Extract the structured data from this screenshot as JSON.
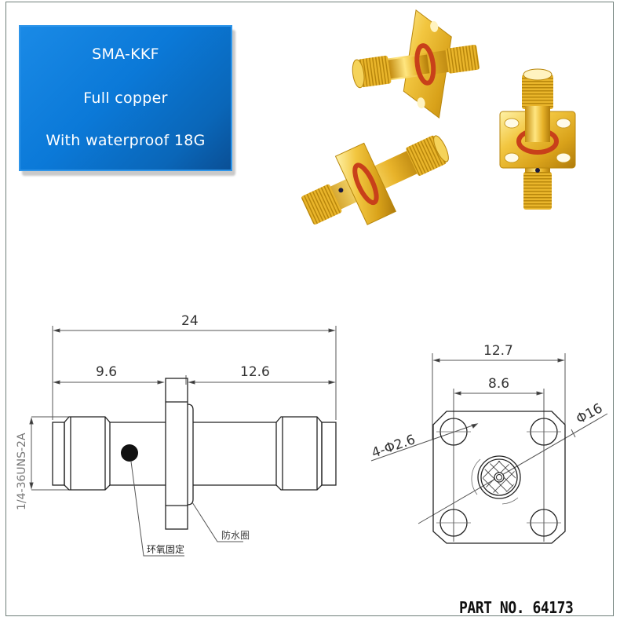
{
  "infobox": {
    "lines": [
      "SMA-KKF",
      "Full copper",
      "With waterproof 18G"
    ],
    "background_color": "#0b79d8"
  },
  "photo": {
    "subject": "three gold-plated SMA-KKF flange-mount connectors with red waterproof O-rings",
    "count": 3
  },
  "side_view": {
    "dim_total": "24",
    "dim_left": "9.6",
    "dim_right": "12.6",
    "thread_label": "1/4-36UNS-2A",
    "callout_epoxy": "环氧固定",
    "callout_oring": "防水圈"
  },
  "front_view": {
    "dim_width": "12.7",
    "dim_hole_spacing": "8.6",
    "dim_holes": "4-Φ2.6",
    "dim_diameter": "Φ16"
  },
  "footer": {
    "part_number": "PART NO. 64173"
  }
}
